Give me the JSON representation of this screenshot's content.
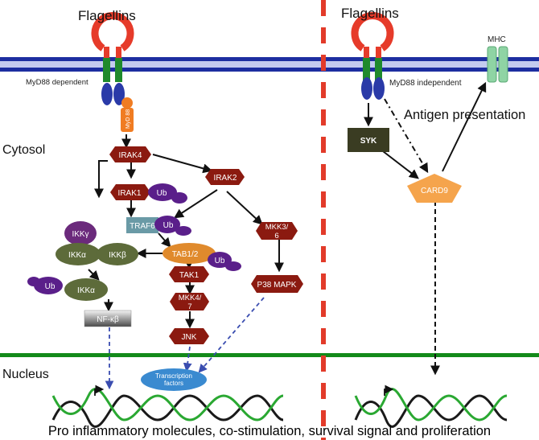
{
  "labels": {
    "flagellins_left": "Flagellins",
    "flagellins_right": "Flagellins",
    "myd88_dependent": "MyD88 dependent",
    "myd88_independent": "MyD88 independent",
    "myd88_adapter": "MyD 88",
    "mhc": "MHC",
    "antigen_presentation": "Antigen presentation",
    "cytosol": "Cytosol",
    "nucleus": "Nucleus",
    "transcription_factors": "Transcription factors",
    "footer": "Pro inflammatory molecules, co-stimulation, survival signal and proliferation"
  },
  "nodes": {
    "irak4": "IRAK4",
    "irak1": "IRAK1",
    "irak2": "IRAK2",
    "traf6": "TRAF6",
    "ikk_gamma": "IKKγ",
    "ikk_alpha": "IKKα",
    "ikk_beta": "IKKβ",
    "ikk_alpha_2": "IKKα",
    "tab12": "TAB1/2",
    "tak1": "TAK1",
    "mkk47": "MKK4/ 7",
    "mkk36": "MKK3/ 6",
    "p38": "P38 MAPK",
    "jnk": "JNK",
    "nfkb": "NF-κβ",
    "syk": "SYK",
    "card9": "CARD9",
    "ub": "Ub"
  },
  "colors": {
    "membrane": "#1d2ea0",
    "receptor": "#e63b2a",
    "tm_domain": "#1f8a2c",
    "tir_domain": "#2a3aa8",
    "myd88": "#f07c22",
    "kinase": "#8b1a10",
    "traf6": "#6a9aa6",
    "ikk": "#5d6b3a",
    "ikk_gamma": "#6b2a7c",
    "ub": "#5a1f8a",
    "tab": "#e08a2c",
    "syk": "#3a3c22",
    "card9": "#f5a44c",
    "mhc": "#8fd4a4",
    "nuclear_membrane": "#138a1a",
    "divider": "#e23b2a",
    "dna_green": "#2aa832",
    "tf": "#3a8ad0",
    "dashed_arrow": "#3a4db0"
  }
}
